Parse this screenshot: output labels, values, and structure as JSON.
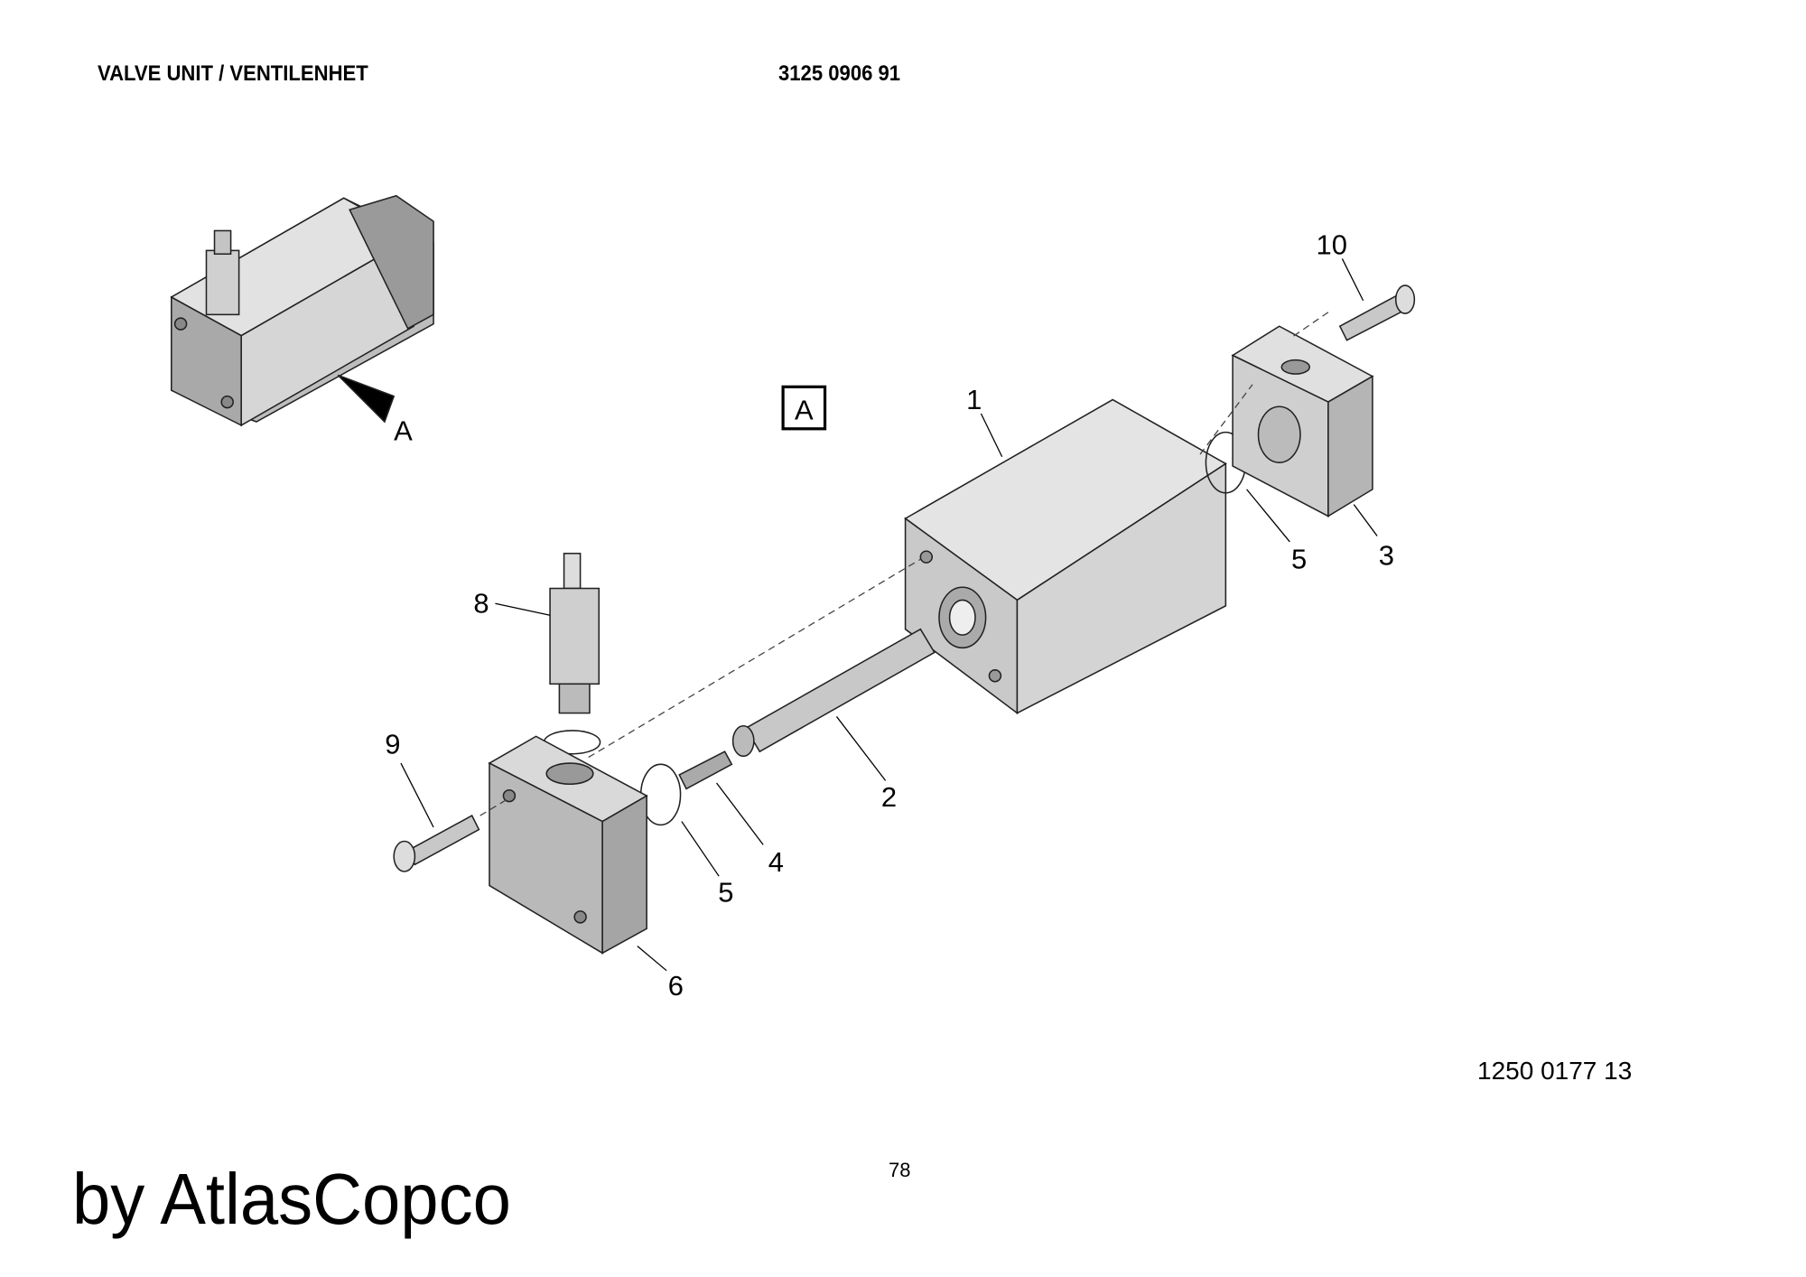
{
  "header": {
    "title": "VALVE UNIT / VENTILENHET",
    "part_number": "3125 0906 91"
  },
  "diagram": {
    "view_label": "A",
    "view_arrow_label": "A",
    "callouts": [
      "1",
      "2",
      "3",
      "4",
      "5",
      "5",
      "6",
      "8",
      "9",
      "10"
    ]
  },
  "footer": {
    "drawing_number": "1250 0177 13",
    "page_number": "78",
    "brand": "by AtlasCopco"
  }
}
